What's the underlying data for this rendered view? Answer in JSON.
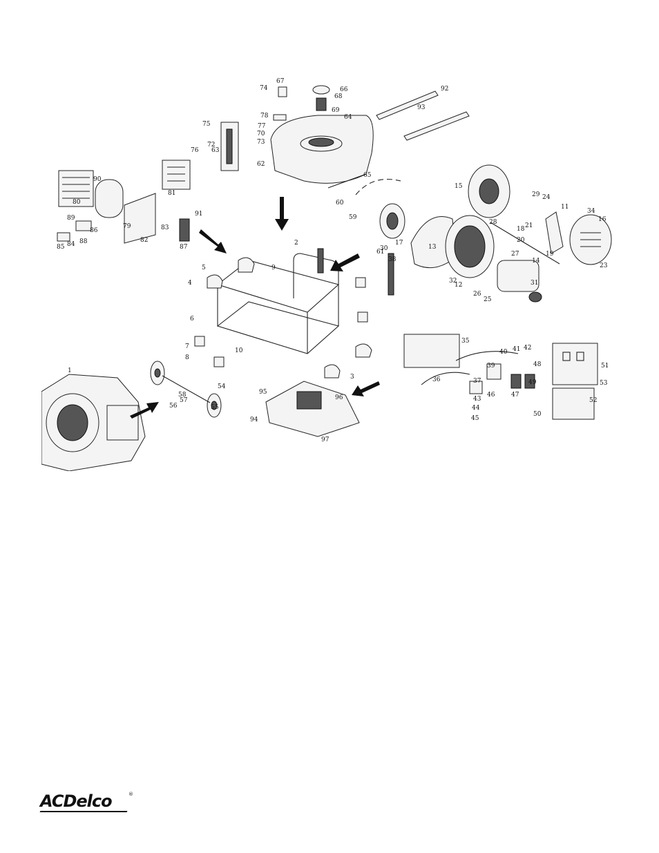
{
  "brand": {
    "logo_text": "ACDelco",
    "registered": "®"
  },
  "diagram": {
    "callouts": [
      "1",
      "2",
      "3",
      "4",
      "5",
      "6",
      "7",
      "8",
      "9",
      "10",
      "11",
      "12",
      "13",
      "14",
      "15",
      "16",
      "17",
      "18",
      "19",
      "20",
      "21",
      "23",
      "24",
      "25",
      "26",
      "27",
      "28",
      "29",
      "30",
      "31",
      "32",
      "34",
      "35",
      "36",
      "37",
      "38",
      "39",
      "40",
      "41",
      "42",
      "43",
      "44",
      "45",
      "46",
      "47",
      "48",
      "49",
      "50",
      "51",
      "52",
      "53",
      "54",
      "55",
      "56",
      "57",
      "58",
      "59",
      "60",
      "61",
      "62",
      "63",
      "64",
      "65",
      "66",
      "67",
      "68",
      "69",
      "70",
      "72",
      "73",
      "74",
      "75",
      "76",
      "77",
      "78",
      "79",
      "80",
      "81",
      "82",
      "83",
      "84",
      "85",
      "86",
      "87",
      "88",
      "89",
      "90",
      "91",
      "92",
      "93",
      "94",
      "95",
      "96",
      "97"
    ]
  }
}
